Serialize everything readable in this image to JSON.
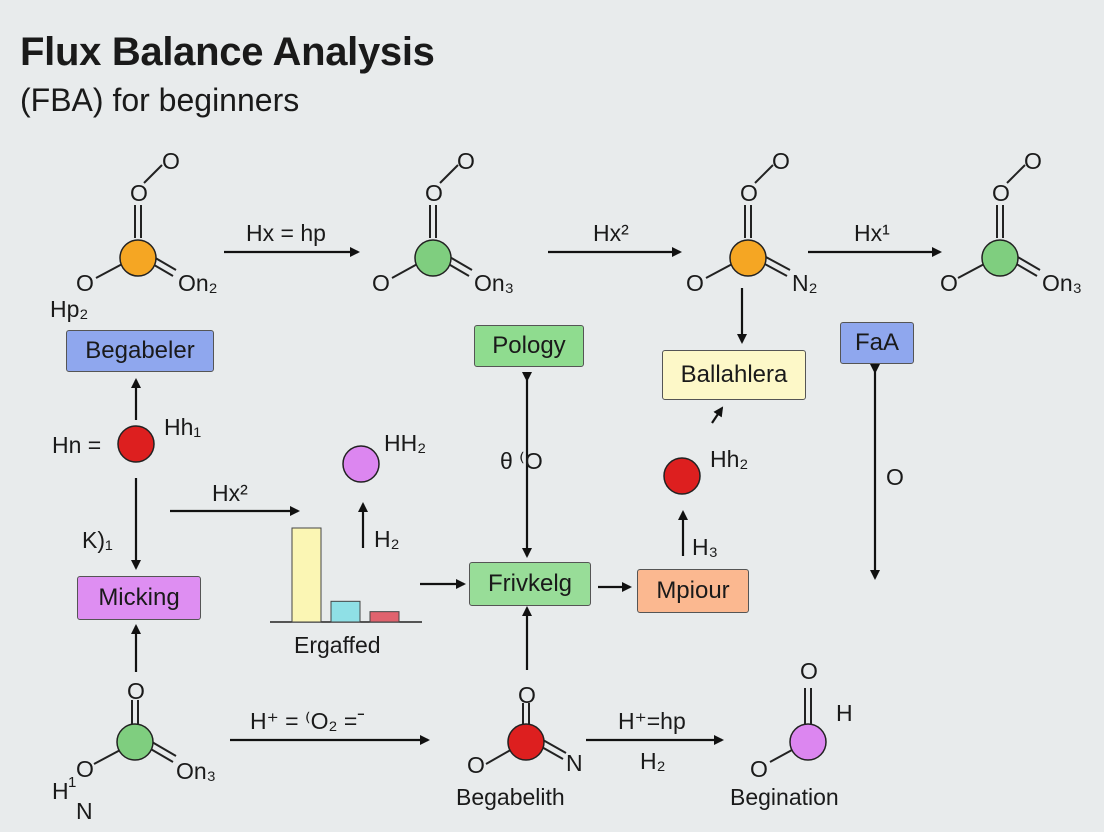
{
  "title": "Flux Balance Analysis",
  "subtitle": "(FBA) for beginners",
  "arrow_labels": {
    "top1": "Hx = hp",
    "top2": "Hx²",
    "top3": "Hx¹",
    "mid": "Hx²",
    "bottom1": "H⁺ = ⁽O₂ =ˉ",
    "bottom2": "H⁺=hp",
    "bottom2_sub": "H₂",
    "pology_right": "θ ⁽O",
    "faa_right": "O",
    "kj": "K)₁"
  },
  "boxes": {
    "begabeler": "Begabeler",
    "pology": "Pology",
    "ballahlera": "Ballahlera",
    "faa": "FaA",
    "micking": "Micking",
    "frivkelg": "Frivkelg",
    "mpiour": "Mpiour"
  },
  "molecule_labels": {
    "m1_O_top": "O",
    "m1_O_mid": "O",
    "m1_O_left": "O",
    "m1_right": "On₂",
    "m1_below": "Hp₂",
    "m2_O_top": "O",
    "m2_O_mid": "O",
    "m2_O_left": "O",
    "m2_right": "On₃",
    "m3_O_top": "O",
    "m3_O_mid": "O",
    "m3_O_left": "O",
    "m3_right": "N₂",
    "m4_O_top": "O",
    "m4_O_mid": "O",
    "m4_O_left": "O",
    "m4_right": "On₃",
    "m5_O_top": "O",
    "m5_O_left": "O",
    "m5_right": "On₃",
    "m5_H": "H",
    "m5_N": "N",
    "m5_sub": "1",
    "m6_O_top": "O",
    "m6_O_left": "O",
    "m6_right": "N",
    "m6_name": "Begabelith",
    "m7_O_top": "O",
    "m7_O_left": "O",
    "m7_H": "H",
    "m7_name": "Begination",
    "hn_left": "Hn =",
    "hh1": "Hh₁",
    "hh2_upper": "HH₂",
    "h2": "H₂",
    "hh2_red": "Hh₂",
    "h3": "H₃"
  },
  "bar_chart": {
    "label": "Ergaffed",
    "values": [
      1.0,
      0.22,
      0.11
    ],
    "colors": [
      "#fbf6b4",
      "#8fe0e6",
      "#e0636e"
    ]
  },
  "colors": {
    "orange": "#f5a623",
    "green": "#7fce7f",
    "red": "#dd1f1f",
    "violet": "#dc86f0",
    "box_blue": "#8fa7ee",
    "box_green": "#8fdc8f",
    "box_yellow": "#fdf8c8",
    "box_violet": "#de8ef2",
    "box_green2": "#98dd98",
    "box_orange": "#fbb890"
  }
}
